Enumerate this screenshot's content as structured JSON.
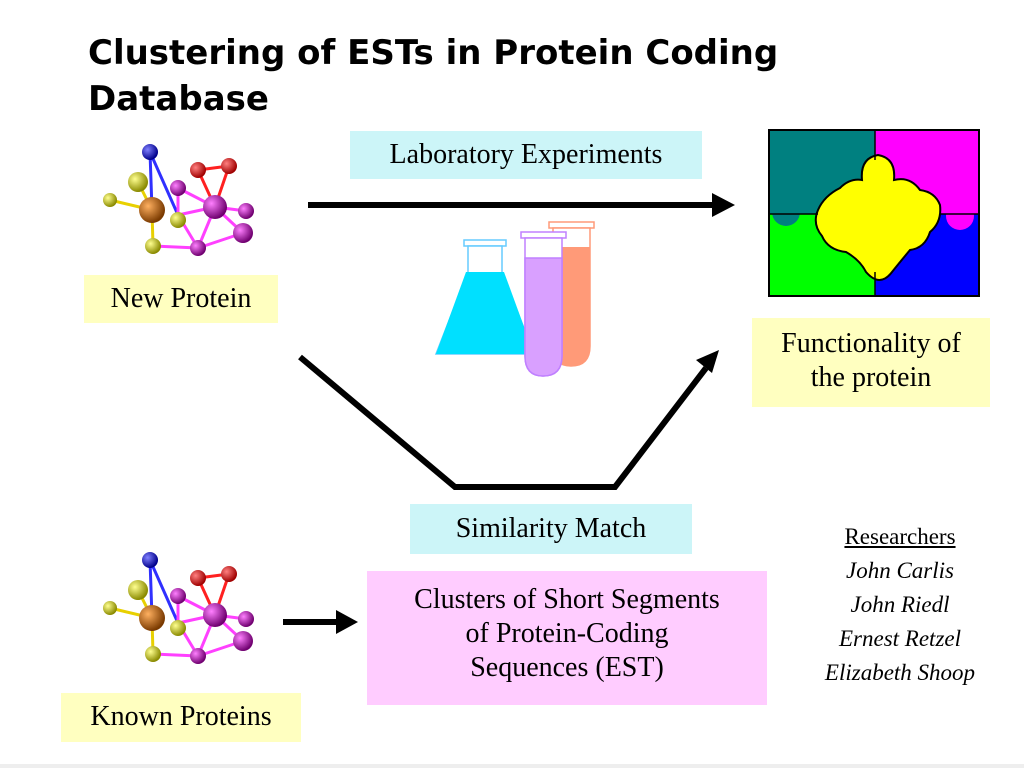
{
  "title": "Clustering of ESTs in Protein Coding Database",
  "labels": {
    "lab_experiments": "Laboratory Experiments",
    "new_protein": "New Protein",
    "functionality_line1": "Functionality of",
    "functionality_line2": "the protein",
    "similarity_match": "Similarity Match",
    "clusters_line1": "Clusters of Short Segments",
    "clusters_line2": "of Protein-Coding",
    "clusters_line3": "Sequences (EST)",
    "known_proteins": "Known Proteins"
  },
  "researchers": {
    "heading": "Researchers",
    "names": [
      "John Carlis",
      "John Riedl",
      "Ernest Retzel",
      "Elizabeth Shoop"
    ]
  },
  "colors": {
    "label_cyan": "#ccf5f8",
    "label_yellow": "#ffffc0",
    "label_pink": "#ffccff",
    "puzzle_teal": "#008080",
    "puzzle_magenta": "#ff00ff",
    "puzzle_green": "#00ff00",
    "puzzle_blue": "#0000ff",
    "puzzle_yellow": "#ffff00",
    "flask_cyan": "#00e0ff",
    "tube_purple": "#d9a0ff",
    "tube_orange": "#ff9a78"
  },
  "icons": [
    "molecule-icon",
    "flask-icon",
    "test-tube-icon",
    "puzzle-icon",
    "arrow-icon"
  ]
}
